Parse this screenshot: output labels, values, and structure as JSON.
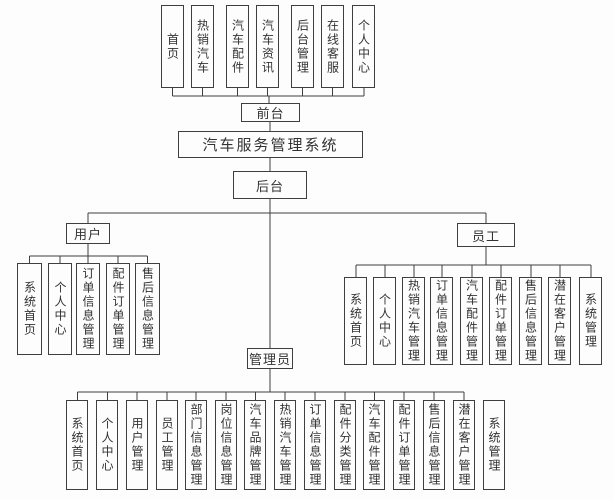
{
  "title": "汽车服务管理系统",
  "colors": {
    "border": "#3f3f3f",
    "text": "#333333",
    "background": "#fdfdfd"
  },
  "front": {
    "label": "前台",
    "children": [
      "首页",
      "热销汽车",
      "汽车配件",
      "汽车资讯",
      "后台管理",
      "在线客服",
      "个人中心"
    ]
  },
  "back": {
    "label": "后台",
    "user": {
      "label": "用户",
      "children": [
        "系统首页",
        "个人中心",
        "订单信息管理",
        "配件订单管理",
        "售后信息管理"
      ]
    },
    "staff": {
      "label": "员工",
      "children": [
        "系统首页",
        "个人中心",
        "热销汽车管理",
        "订单信息管理",
        "汽车配件管理",
        "配件订单管理",
        "售后信息管理",
        "潜在客户管理",
        "系统管理"
      ]
    },
    "admin": {
      "label": "管理员",
      "children": [
        "系统首页",
        "个人中心",
        "用户管理",
        "员工管理",
        "部门信息管理",
        "岗位信息管理",
        "汽车品牌管理",
        "热销汽车管理",
        "订单信息管理",
        "配件分类管理",
        "汽车配件管理",
        "配件订单管理",
        "售后信息管理",
        "潜在客户管理",
        "系统管理"
      ]
    }
  }
}
